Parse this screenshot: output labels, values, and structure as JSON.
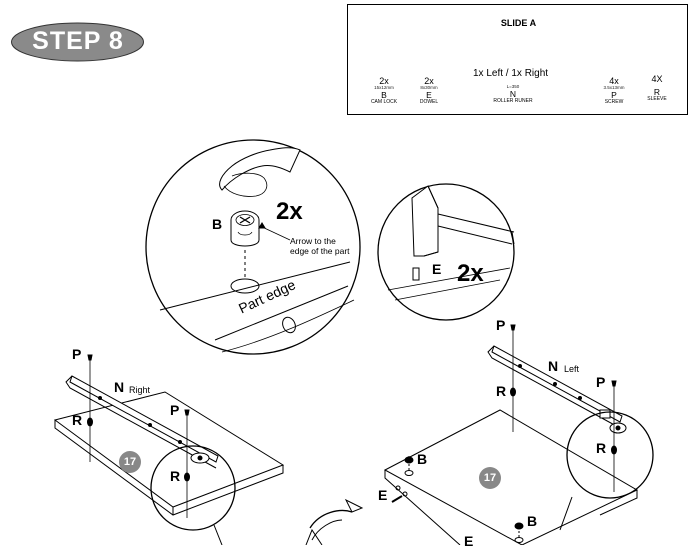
{
  "step": {
    "label": "STEP 8"
  },
  "parts_box": {
    "title": "SLIDE A",
    "parts": [
      {
        "qty": "2x",
        "dim": "15x12mm",
        "code": "B",
        "name": "CAM LOCK",
        "icon": "cam-lock-icon"
      },
      {
        "qty": "2x",
        "dim": "8x30mm",
        "code": "E",
        "name": "DOWEL",
        "icon": "dowel-icon"
      },
      {
        "qty": "",
        "dim": "L=350",
        "code": "N",
        "name": "ROLLER RUNER",
        "icon": "roller-runner-icon"
      },
      {
        "qty": "4x",
        "dim": "3.5x13mm",
        "code": "P",
        "name": "SCREW",
        "icon": "screw-icon"
      },
      {
        "qty": "4X",
        "dim": "",
        "code": "R",
        "name": "SLEEVE",
        "icon": "sleeve-icon"
      }
    ],
    "runner_caption": "1x Left / 1x Right"
  },
  "detail_cam": {
    "part": "B",
    "qty": "2x",
    "note_line1": "Arrow to the",
    "note_line2": "edge of the part",
    "edge_label": "Part edge"
  },
  "detail_dowel": {
    "part": "E",
    "qty": "2x"
  },
  "left_assembly": {
    "labels": {
      "p1": "P",
      "n": "N",
      "n_side": "Right",
      "r1": "R",
      "p2": "P",
      "r2": "R"
    },
    "panel_badge": "17"
  },
  "right_assembly": {
    "labels": {
      "p1": "P",
      "n": "N",
      "n_side": "Left",
      "r1": "R",
      "p2": "P",
      "r2": "R",
      "b1": "B",
      "b2": "B",
      "e1": "E",
      "e2": "E"
    },
    "panel_badge": "17"
  }
}
